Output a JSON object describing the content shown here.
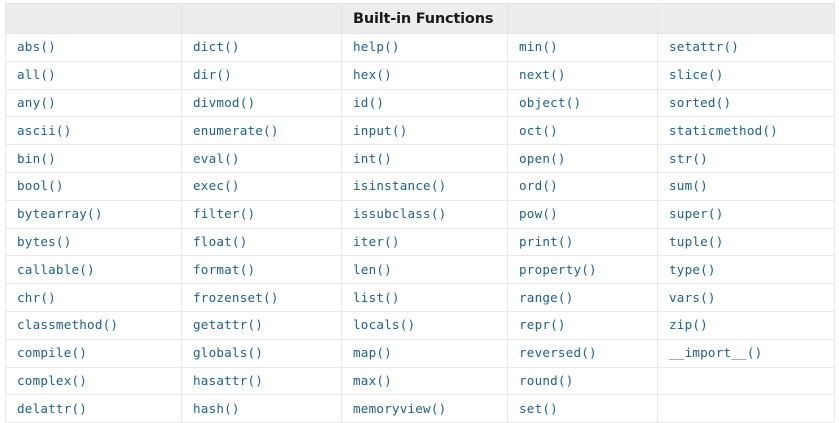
{
  "table": {
    "title": "Built-in Functions",
    "title_column_index": 2,
    "column_count": 5,
    "header_cells": [
      "",
      "",
      "Built-in Functions",
      "",
      ""
    ],
    "columns": [
      [
        "abs()",
        "all()",
        "any()",
        "ascii()",
        "bin()",
        "bool()",
        "bytearray()",
        "bytes()",
        "callable()",
        "chr()",
        "classmethod()",
        "compile()",
        "complex()",
        "delattr()"
      ],
      [
        "dict()",
        "dir()",
        "divmod()",
        "enumerate()",
        "eval()",
        "exec()",
        "filter()",
        "float()",
        "format()",
        "frozenset()",
        "getattr()",
        "globals()",
        "hasattr()",
        "hash()"
      ],
      [
        "help()",
        "hex()",
        "id()",
        "input()",
        "int()",
        "isinstance()",
        "issubclass()",
        "iter()",
        "len()",
        "list()",
        "locals()",
        "map()",
        "max()",
        "memoryview()"
      ],
      [
        "min()",
        "next()",
        "object()",
        "oct()",
        "open()",
        "ord()",
        "pow()",
        "print()",
        "property()",
        "range()",
        "repr()",
        "reversed()",
        "round()",
        "set()"
      ],
      [
        "setattr()",
        "slice()",
        "sorted()",
        "staticmethod()",
        "str()",
        "sum()",
        "super()",
        "tuple()",
        "type()",
        "vars()",
        "zip()",
        "__import__()",
        "",
        ""
      ]
    ],
    "row_count": 14,
    "colors": {
      "link": "#21618c",
      "header_background": "#ededed",
      "header_text": "#1a1a1a",
      "cell_background": "#ffffff",
      "border": "#e6e6e6",
      "page_background": "#ffffff"
    }
  }
}
